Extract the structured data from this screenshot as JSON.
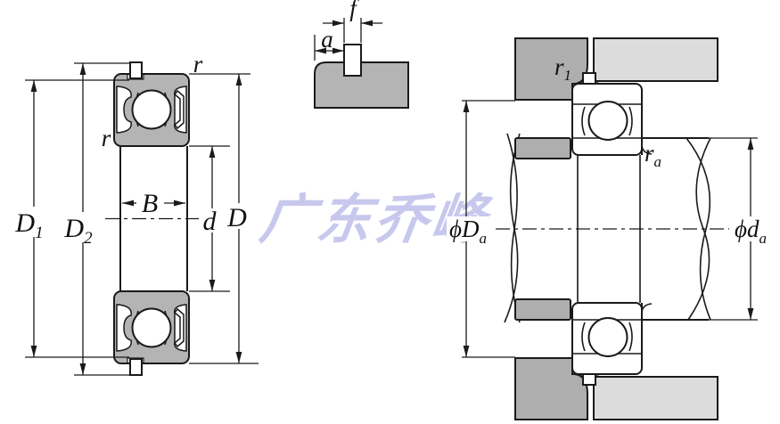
{
  "watermark": {
    "text": "广东乔峰"
  },
  "colors": {
    "line": "#1a1a1a",
    "bearing_gray": "#b4b4b4",
    "housing_gray": "#aeaeae",
    "cover_gray": "#dcdcdc",
    "watermark": "#c6c6ee",
    "background": "#ffffff"
  },
  "left_view": {
    "labels": {
      "D1_main": "D",
      "D1_sub": "1",
      "D2_main": "D",
      "D2_sub": "2",
      "B": "B",
      "d": "d",
      "D": "D",
      "r_top": "r",
      "r_side": "r"
    }
  },
  "detail_view": {
    "labels": {
      "a": "a",
      "f": "f"
    }
  },
  "right_view": {
    "labels": {
      "r1_main": "r",
      "r1_sub": "1",
      "ra_main": "r",
      "ra_sub": "a",
      "Da_main": "ϕD",
      "Da_sub": "a",
      "da_main": "ϕd",
      "da_sub": "a"
    }
  }
}
